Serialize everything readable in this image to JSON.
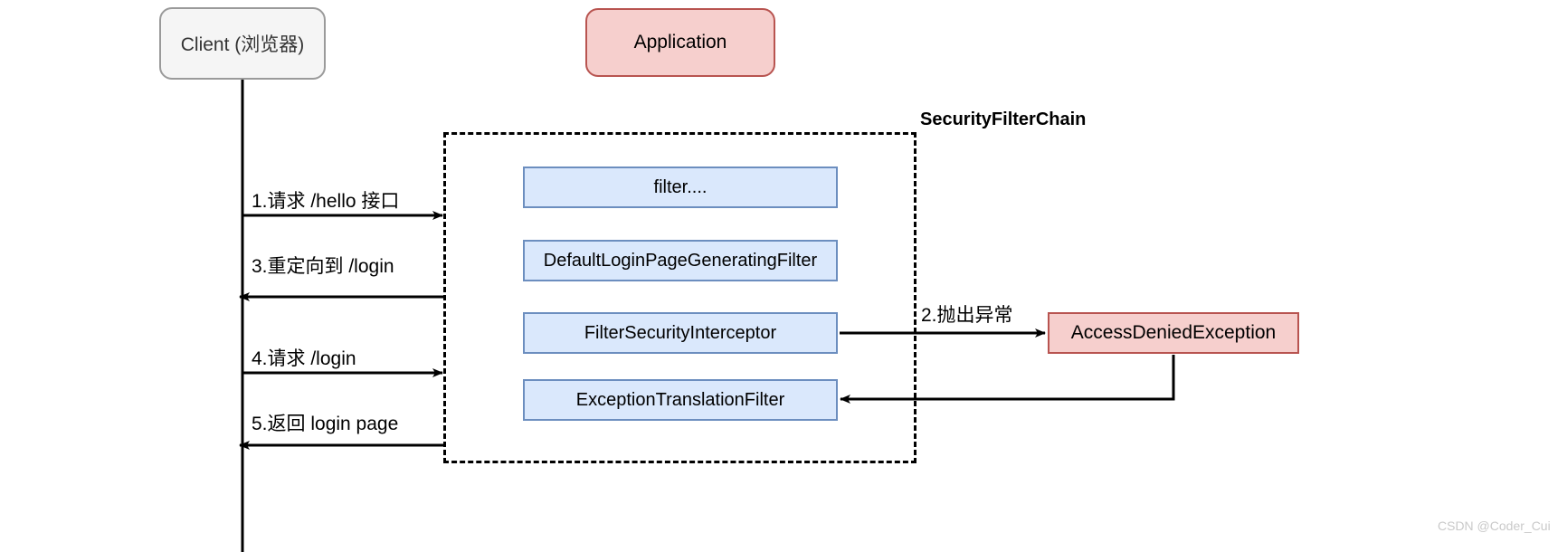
{
  "diagram": {
    "title": "Spring Security filter chain sequence diagram",
    "background_color": "#ffffff"
  },
  "actors": {
    "client": {
      "label": "Client (浏览器)",
      "fill": "#f5f5f5",
      "stroke": "#9a9a9a"
    },
    "application": {
      "label": "Application",
      "fill": "#f6cfcd",
      "stroke": "#b85450"
    }
  },
  "filter_chain": {
    "title": "SecurityFilterChain",
    "border_style": "dashed",
    "filters": [
      {
        "label": "filter...."
      },
      {
        "label": "DefaultLoginPageGeneratingFilter"
      },
      {
        "label": "FilterSecurityInterceptor"
      },
      {
        "label": "ExceptionTranslationFilter"
      }
    ],
    "fill": "#dae8fc",
    "stroke": "#6c8ebf"
  },
  "exception": {
    "label": "AccessDeniedException",
    "fill": "#f6cfcd",
    "stroke": "#b85450"
  },
  "messages": [
    {
      "id": "1",
      "label": "1.请求 /hello 接口",
      "direction": "right"
    },
    {
      "id": "2",
      "label": "2.抛出异常",
      "direction": "right"
    },
    {
      "id": "3",
      "label": "3.重定向到 /login",
      "direction": "left"
    },
    {
      "id": "4",
      "label": "4.请求 /login",
      "direction": "right"
    },
    {
      "id": "5",
      "label": "5.返回 login page",
      "direction": "left"
    }
  ],
  "watermark": {
    "text": "CSDN @Coder_Cui"
  }
}
